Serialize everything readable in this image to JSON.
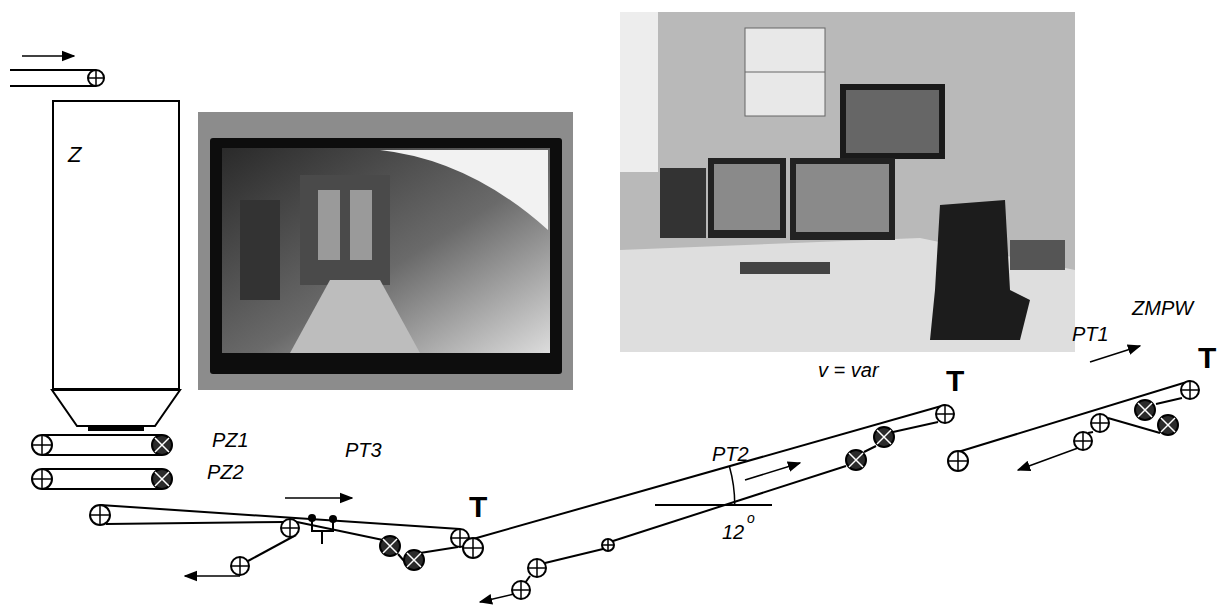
{
  "diagram": {
    "nodes": [
      {
        "text": [
          "Z"
        ]
      }
    ],
    "labels": [
      "PZ1",
      "PZ2",
      "PT3",
      "T",
      "PT2",
      "v = var",
      "T",
      "12",
      "o",
      "ZMPW",
      "PT1",
      "T"
    ]
  }
}
